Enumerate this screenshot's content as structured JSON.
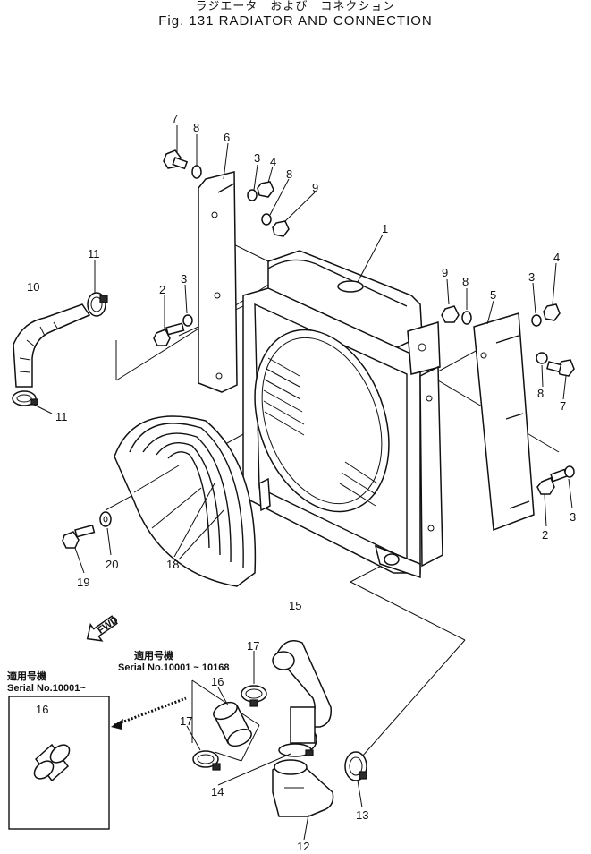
{
  "header": {
    "title_jp": "ラジエータ　および　コネクション",
    "title_en": "Fig. 131  RADIATOR  AND  CONNECTION"
  },
  "direction_arrow": {
    "label": "FWD"
  },
  "serial_notes": [
    {
      "label": "適用号機",
      "serial": "Serial  No.10001 ~ 10168"
    },
    {
      "label": "適用号機",
      "serial": "Serial  No.10001~"
    }
  ],
  "callouts": [
    "7",
    "8",
    "6",
    "3",
    "4",
    "8",
    "9",
    "1",
    "11",
    "10",
    "2",
    "3",
    "9",
    "8",
    "5",
    "3",
    "4",
    "8",
    "7",
    "11",
    "20",
    "19",
    "18",
    "3",
    "2",
    "15",
    "17",
    "16",
    "17",
    "16",
    "14",
    "13",
    "12"
  ],
  "colors": {
    "ink": "#111111",
    "paper": "#ffffff"
  }
}
